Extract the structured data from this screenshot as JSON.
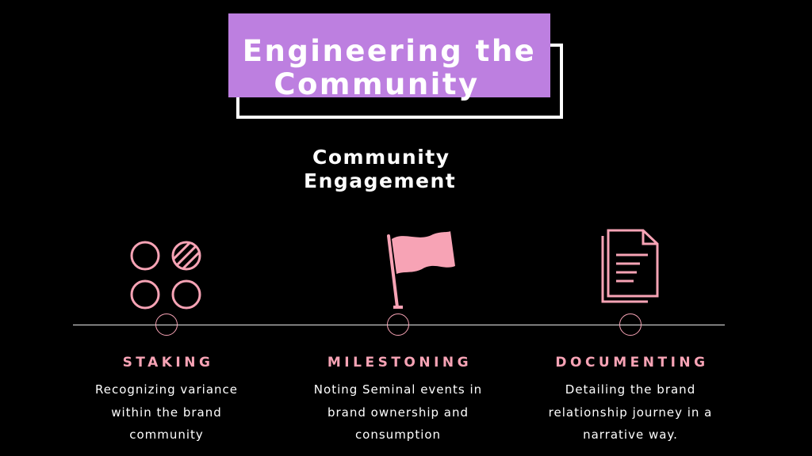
{
  "title": {
    "line1": "Engineering the",
    "line2": "Community"
  },
  "subtitle": {
    "line1": "Community",
    "line2": "Engagement"
  },
  "colors": {
    "background": "#000000",
    "title_box": "#bd7fe0",
    "accent_pink": "#f7a3b5",
    "text": "#ffffff"
  },
  "steps": [
    {
      "icon": "circles-grid-icon",
      "label": "STAKING",
      "description": [
        "Recognizing variance",
        "within the brand",
        "community"
      ]
    },
    {
      "icon": "flag-icon",
      "label": "MILESTONING",
      "description": [
        "Noting Seminal events in",
        "brand ownership and",
        "consumption"
      ]
    },
    {
      "icon": "documents-icon",
      "label": "DOCUMENTING",
      "description": [
        "Detailing the brand",
        "relationship journey in a",
        "narrative way."
      ]
    }
  ]
}
